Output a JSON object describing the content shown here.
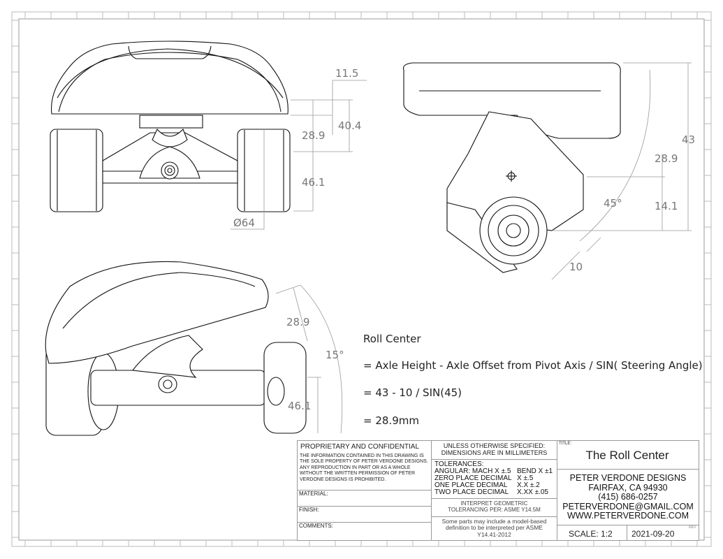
{
  "views": {
    "front": {
      "dims": [
        "11.5",
        "40.4",
        "28.9",
        "46.1",
        "Ø64"
      ]
    },
    "side": {
      "dims": [
        "43",
        "28.9",
        "14.1",
        "45°",
        "10"
      ]
    },
    "iso": {
      "dims": [
        "28.9",
        "15°",
        "46.1"
      ]
    }
  },
  "notes": {
    "heading": "Roll Center",
    "line1": "= Axle Height - Axle Offset from Pivot Axis / SIN( Steering Angle)",
    "line2": "= 43 - 10 / SIN(45)",
    "line3": "= 28.9mm"
  },
  "title_block": {
    "proprietary_title": "PROPRIETARY AND CONFIDENTIAL",
    "proprietary_text": "THE INFORMATION CONTAINED IN THIS DRAWING IS THE SOLE PROPERTY OF PETER VERDONE DESIGNS.  ANY  REPRODUCTION IN PART OR AS A WHOLE WITHOUT THE WRITTEN PERMISSION OF PETER VERDONE DESIGNS IS PROHIBITED.",
    "material_label": "MATERIAL:",
    "finish_label": "FINISH:",
    "comments_label": "COMMENTS:",
    "unless": "UNLESS OTHERWISE SPECIFIED:",
    "dims_in": "DIMENSIONS ARE IN MILLIMETERS",
    "tolerances": "TOLERANCES:",
    "tol_rows": [
      {
        "label": "ANGULAR: MACH X ±.5",
        "value": "BEND X ±1"
      },
      {
        "label": "ZERO PLACE DECIMAL",
        "value": "X ±.5"
      },
      {
        "label": "ONE PLACE DECIMAL",
        "value": "X.X ±.2"
      },
      {
        "label": "TWO PLACE DECIMAL",
        "value": "X.XX ±.05"
      }
    ],
    "interpret": "INTERPRET GEOMETRIC TOLERANCING PER: ASME Y14.5M",
    "model_note": "Some parts may include a model-based definition to be interpreted per ASME Y14.41-2012",
    "title_label": "TITLE:",
    "title": "The Roll Center",
    "company": "PETER VERDONE DESIGNS",
    "city": "FAIRFAX, CA 94930",
    "phone": "(415) 686-0257",
    "email": "PETERVERDONE@GMAIL.COM",
    "website": "WWW.PETERVERDONE.COM",
    "scale": "SCALE: 1:2",
    "date": "2021-09-20",
    "rev_label": "REV"
  }
}
